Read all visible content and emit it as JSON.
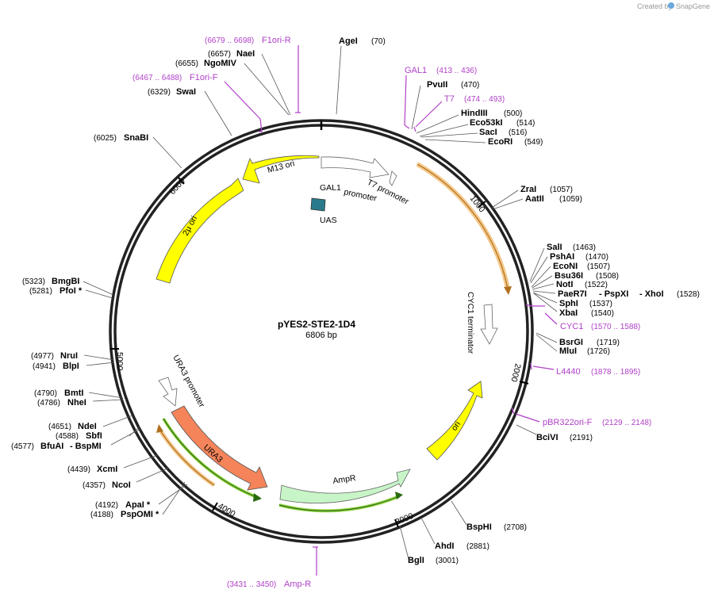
{
  "credit": {
    "created_by": "Created by",
    "brand": "SnapGene"
  },
  "plasmid": {
    "name": "pYES2-STE2-1D4",
    "length_label": "6806 bp"
  },
  "ticks": [
    "1000",
    "2000",
    "3000",
    "4000",
    "5000",
    "6000"
  ],
  "enzymes": [
    {
      "name": "AgeI",
      "pos": "(70)"
    },
    {
      "name": "PvuII",
      "pos": "(470)"
    },
    {
      "name": "HindIII",
      "pos": "(500)"
    },
    {
      "name": "Eco53kI",
      "pos": "(514)"
    },
    {
      "name": "SacI",
      "pos": "(516)"
    },
    {
      "name": "EcoRI",
      "pos": "(549)"
    },
    {
      "name": "ZraI",
      "pos": "(1057)"
    },
    {
      "name": "AatII",
      "pos": "(1059)"
    },
    {
      "name": "SalI",
      "pos": "(1463)"
    },
    {
      "name": "PshAI",
      "pos": "(1470)"
    },
    {
      "name": "EcoNI",
      "pos": "(1507)"
    },
    {
      "name": "Bsu36I",
      "pos": "(1508)"
    },
    {
      "name": "NotI",
      "pos": "(1522)"
    },
    {
      "name": "PaeR7I",
      "pos": ""
    },
    {
      "name": "- PspXI",
      "pos": ""
    },
    {
      "name": "- XhoI",
      "pos": "(1528)"
    },
    {
      "name": "SphI",
      "pos": "(1537)"
    },
    {
      "name": "XbaI",
      "pos": "(1540)"
    },
    {
      "name": "BsrGI",
      "pos": "(1719)"
    },
    {
      "name": "MluI",
      "pos": "(1726)"
    },
    {
      "name": "BciVI",
      "pos": "(2191)"
    },
    {
      "name": "BspHI",
      "pos": "(2708)"
    },
    {
      "name": "AhdI",
      "pos": "(2881)"
    },
    {
      "name": "BglI",
      "pos": "(3001)"
    },
    {
      "name": "ApaI *",
      "pos": "(4192)"
    },
    {
      "name": "PspOMI *",
      "pos": "(4188)"
    },
    {
      "name": "NcoI",
      "pos": "(4357)"
    },
    {
      "name": "XcmI",
      "pos": "(4439)"
    },
    {
      "name": "BfuAI",
      "pos": "(4577)"
    },
    {
      "name": "- BspMI",
      "pos": ""
    },
    {
      "name": "SbfI",
      "pos": "(4588)"
    },
    {
      "name": "NdeI",
      "pos": "(4651)"
    },
    {
      "name": "NheI",
      "pos": "(4786)"
    },
    {
      "name": "BmtI",
      "pos": "(4790)"
    },
    {
      "name": "BlpI",
      "pos": "(4941)"
    },
    {
      "name": "NruI",
      "pos": "(4977)"
    },
    {
      "name": "PfoI *",
      "pos": "(5281)"
    },
    {
      "name": "BmgBI",
      "pos": "(5323)"
    },
    {
      "name": "SnaBI",
      "pos": "(6025)"
    },
    {
      "name": "SwaI",
      "pos": "(6329)"
    },
    {
      "name": "NgoMIV",
      "pos": "(6655)"
    },
    {
      "name": "NaeI",
      "pos": "(6657)"
    }
  ],
  "primers": [
    {
      "name": "F1ori-R",
      "pos": "(6679 .. 6698)"
    },
    {
      "name": "F1ori-F",
      "pos": "(6467 .. 6488)"
    },
    {
      "name": "GAL1",
      "pos": "(413 .. 436)"
    },
    {
      "name": "T7",
      "pos": "(474 .. 493)"
    },
    {
      "name": "CYC1",
      "pos": "(1570 .. 1588)"
    },
    {
      "name": "L4440",
      "pos": "(1878 .. 1895)"
    },
    {
      "name": "pBR322ori-F",
      "pos": "(2129 .. 2148)"
    },
    {
      "name": "Amp-R",
      "pos": "(3431 .. 3450)"
    }
  ],
  "features": {
    "m13ori": "M13 ori",
    "t7promoter": "T7 promoter",
    "gal1promoter_a": "GAL1",
    "gal1promoter_b": "promoter",
    "uas": "UAS",
    "cyc1term": "CYC1 terminator",
    "ori": "ori",
    "ampr": "AmpR",
    "ura3": "URA3",
    "ura3promoter": "URA3 promoter",
    "twomu": "2μ ori"
  },
  "colors": {
    "m13ori": "#ffff00",
    "twomu": "#ffff00",
    "ori": "#ffff00",
    "ura3": "#f5845a",
    "ampr": "#c8f5c8",
    "uas": "#2b7a8c",
    "primer": "#b040c8"
  }
}
